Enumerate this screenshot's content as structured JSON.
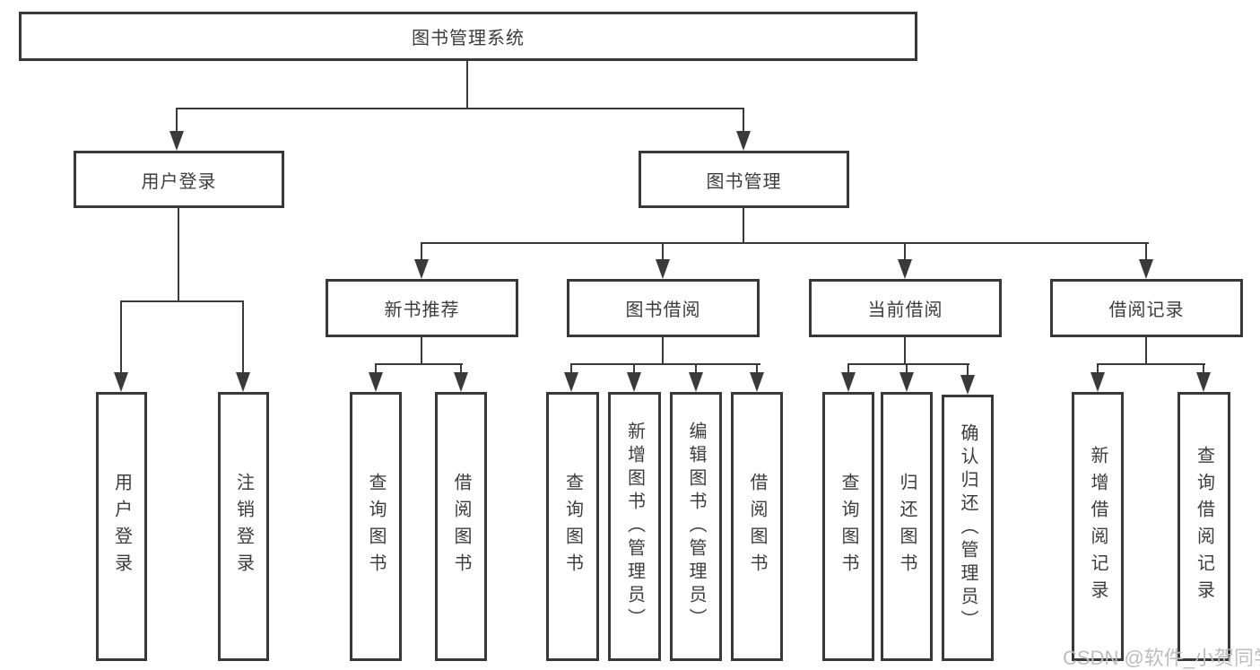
{
  "colors": {
    "line": "#3a3a3a",
    "box_border": "#383838",
    "text": "#3c3c3c",
    "watermark": "#bdbdbd",
    "background": "#ffffff"
  },
  "watermark": {
    "text": "CSDN @软件_小贺同学"
  },
  "tree": {
    "label": "图书管理系统",
    "children": [
      {
        "label": "用户登录",
        "children": [
          {
            "label": "用户登录"
          },
          {
            "label": "注销登录"
          }
        ]
      },
      {
        "label": "图书管理",
        "children": [
          {
            "label": "新书推荐",
            "children": [
              {
                "label": "查询图书"
              },
              {
                "label": "借阅图书"
              }
            ]
          },
          {
            "label": "图书借阅",
            "children": [
              {
                "label": "查询图书"
              },
              {
                "label": "新增图书（管理员）"
              },
              {
                "label": "编辑图书（管理员）"
              },
              {
                "label": "借阅图书"
              }
            ]
          },
          {
            "label": "当前借阅",
            "children": [
              {
                "label": "查询图书"
              },
              {
                "label": "归还图书"
              },
              {
                "label": "确认归还（管理员）"
              }
            ]
          },
          {
            "label": "借阅记录",
            "children": [
              {
                "label": "新增借阅记录"
              },
              {
                "label": "查询借阅记录"
              }
            ]
          }
        ]
      }
    ]
  }
}
